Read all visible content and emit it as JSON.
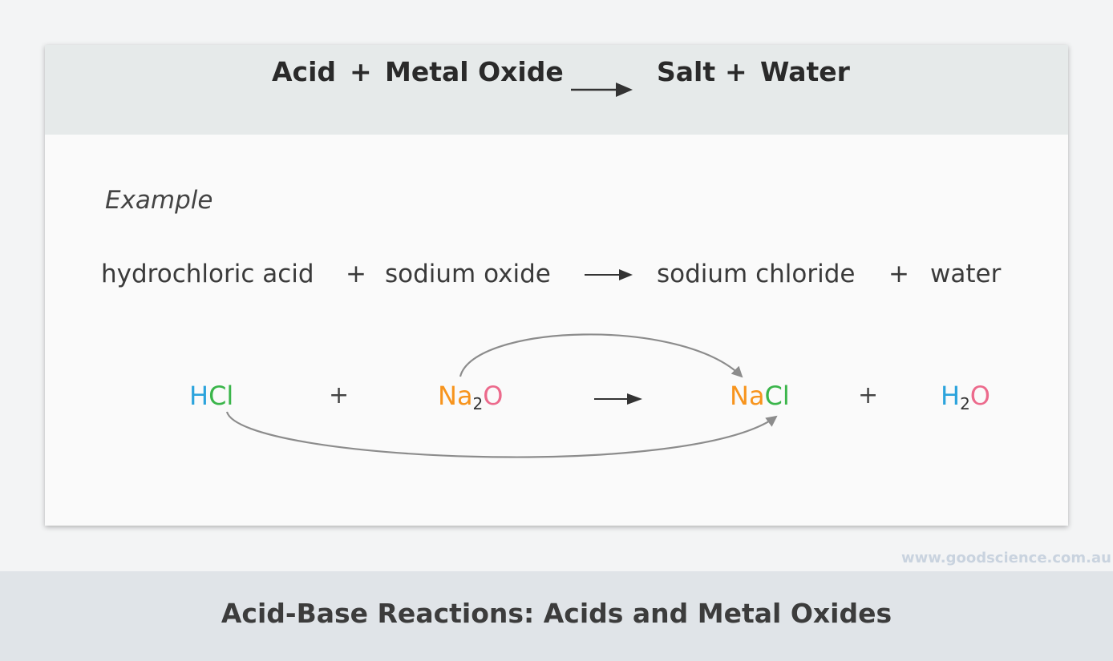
{
  "header": {
    "reactant1": "Acid",
    "plus1": "+",
    "reactant2": "Metal Oxide",
    "product1": "Salt",
    "plus2": "+",
    "product2": "Water"
  },
  "example": {
    "label": "Example",
    "word_equation": {
      "reactant1": "hydrochloric acid",
      "plus1": "+",
      "reactant2": "sodium oxide",
      "product1": "sodium chloride",
      "plus2": "+",
      "product2": "water"
    },
    "formula_equation": {
      "hcl_h": "H",
      "hcl_cl": "Cl",
      "plus1": "+",
      "na2o_na": "Na",
      "na2o_sub": "2",
      "na2o_o": "O",
      "nacl_na": "Na",
      "nacl_cl": "Cl",
      "plus2": "+",
      "h2o_h": "H",
      "h2o_sub": "2",
      "h2o_o": "O"
    }
  },
  "colors": {
    "hydrogen": "#2ba3dc",
    "chlorine": "#3ab54a",
    "sodium": "#f7941d",
    "oxygen": "#ec6a8c",
    "arrow": "#333333",
    "curve": "#8c8c8c"
  },
  "watermark": "www.goodscience.com.au",
  "footer": {
    "title": "Acid-Base Reactions: Acids and Metal Oxides"
  }
}
